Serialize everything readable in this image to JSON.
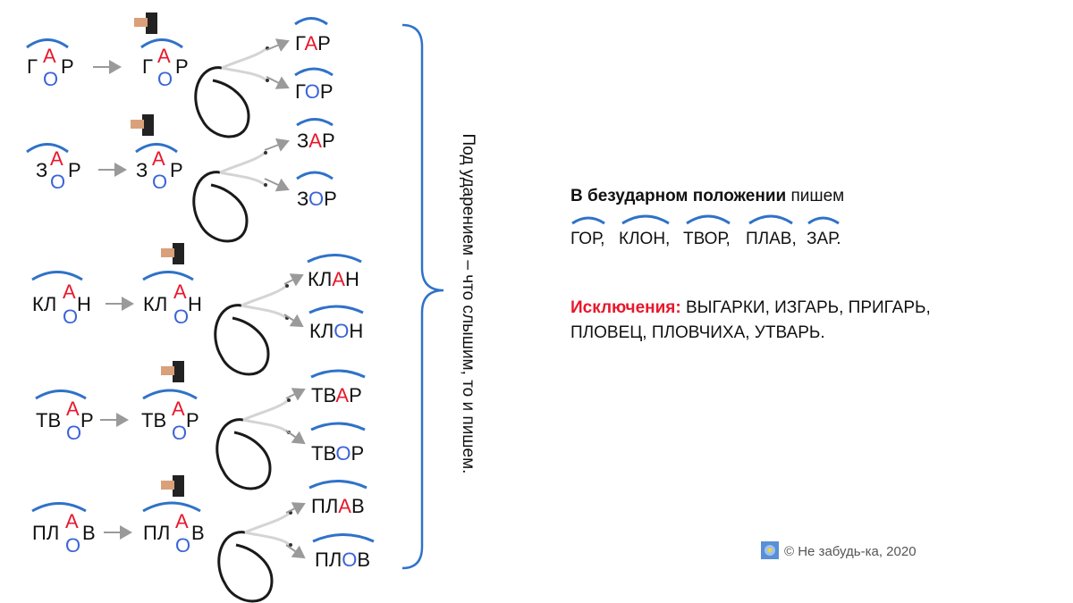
{
  "rows": [
    {
      "left_pre": "Г",
      "left_post": "Р",
      "mid_pre": "Г",
      "mid_post": "Р",
      "vowel_top": "А",
      "vowel_bottom": "О",
      "res1_pre": "Г",
      "res1_vowel": "А",
      "res1_post": "Р",
      "res2_pre": "Г",
      "res2_vowel": "О",
      "res2_post": "Р"
    },
    {
      "left_pre": "З",
      "left_post": "Р",
      "mid_pre": "З",
      "mid_post": "Р",
      "vowel_top": "А",
      "vowel_bottom": "О",
      "res1_pre": "З",
      "res1_vowel": "А",
      "res1_post": "Р",
      "res2_pre": "З",
      "res2_vowel": "О",
      "res2_post": "Р"
    },
    {
      "left_pre": "КЛ",
      "left_post": "Н",
      "mid_pre": "КЛ",
      "mid_post": "Н",
      "vowel_top": "А",
      "vowel_bottom": "О",
      "res1_pre": "КЛ",
      "res1_vowel": "А",
      "res1_post": "Н",
      "res2_pre": "КЛ",
      "res2_vowel": "О",
      "res2_post": "Н"
    },
    {
      "left_pre": "ТВ",
      "left_post": "Р",
      "mid_pre": "ТВ",
      "mid_post": "Р",
      "vowel_top": "А",
      "vowel_bottom": "О",
      "res1_pre": "ТВ",
      "res1_vowel": "А",
      "res1_post": "Р",
      "res2_pre": "ТВ",
      "res2_vowel": "О",
      "res2_post": "Р"
    },
    {
      "left_pre": "ПЛ",
      "left_post": "В",
      "mid_pre": "ПЛ",
      "mid_post": "В",
      "vowel_top": "А",
      "vowel_bottom": "О",
      "res1_pre": "ПЛ",
      "res1_vowel": "А",
      "res1_post": "В",
      "res2_pre": "ПЛ",
      "res2_vowel": "О",
      "res2_post": "В"
    }
  ],
  "vertical_note": "Под ударением – что слышим, то и пишем.",
  "rule": {
    "bold": "В безударном положении",
    "tail": "пишем",
    "roots": [
      "ГОР,",
      "КЛОН,",
      "ТВОР,",
      "ПЛАВ,",
      "ЗАР."
    ]
  },
  "exceptions": {
    "label": "Исключения:",
    "line1": "ВЫГАРКИ, ИЗГАРЬ, ПРИГАРЬ,",
    "line2": "ПЛОВЕЦ, ПЛОВЧИХА, УТВАРЬ."
  },
  "copyright": "© Не забудь-ка, 2020",
  "colors": {
    "accent_red": "#e8182c",
    "vowel_blue": "#3a63d8",
    "arc_blue": "#2f72c8",
    "arrow_gray": "#9a9a9a"
  }
}
